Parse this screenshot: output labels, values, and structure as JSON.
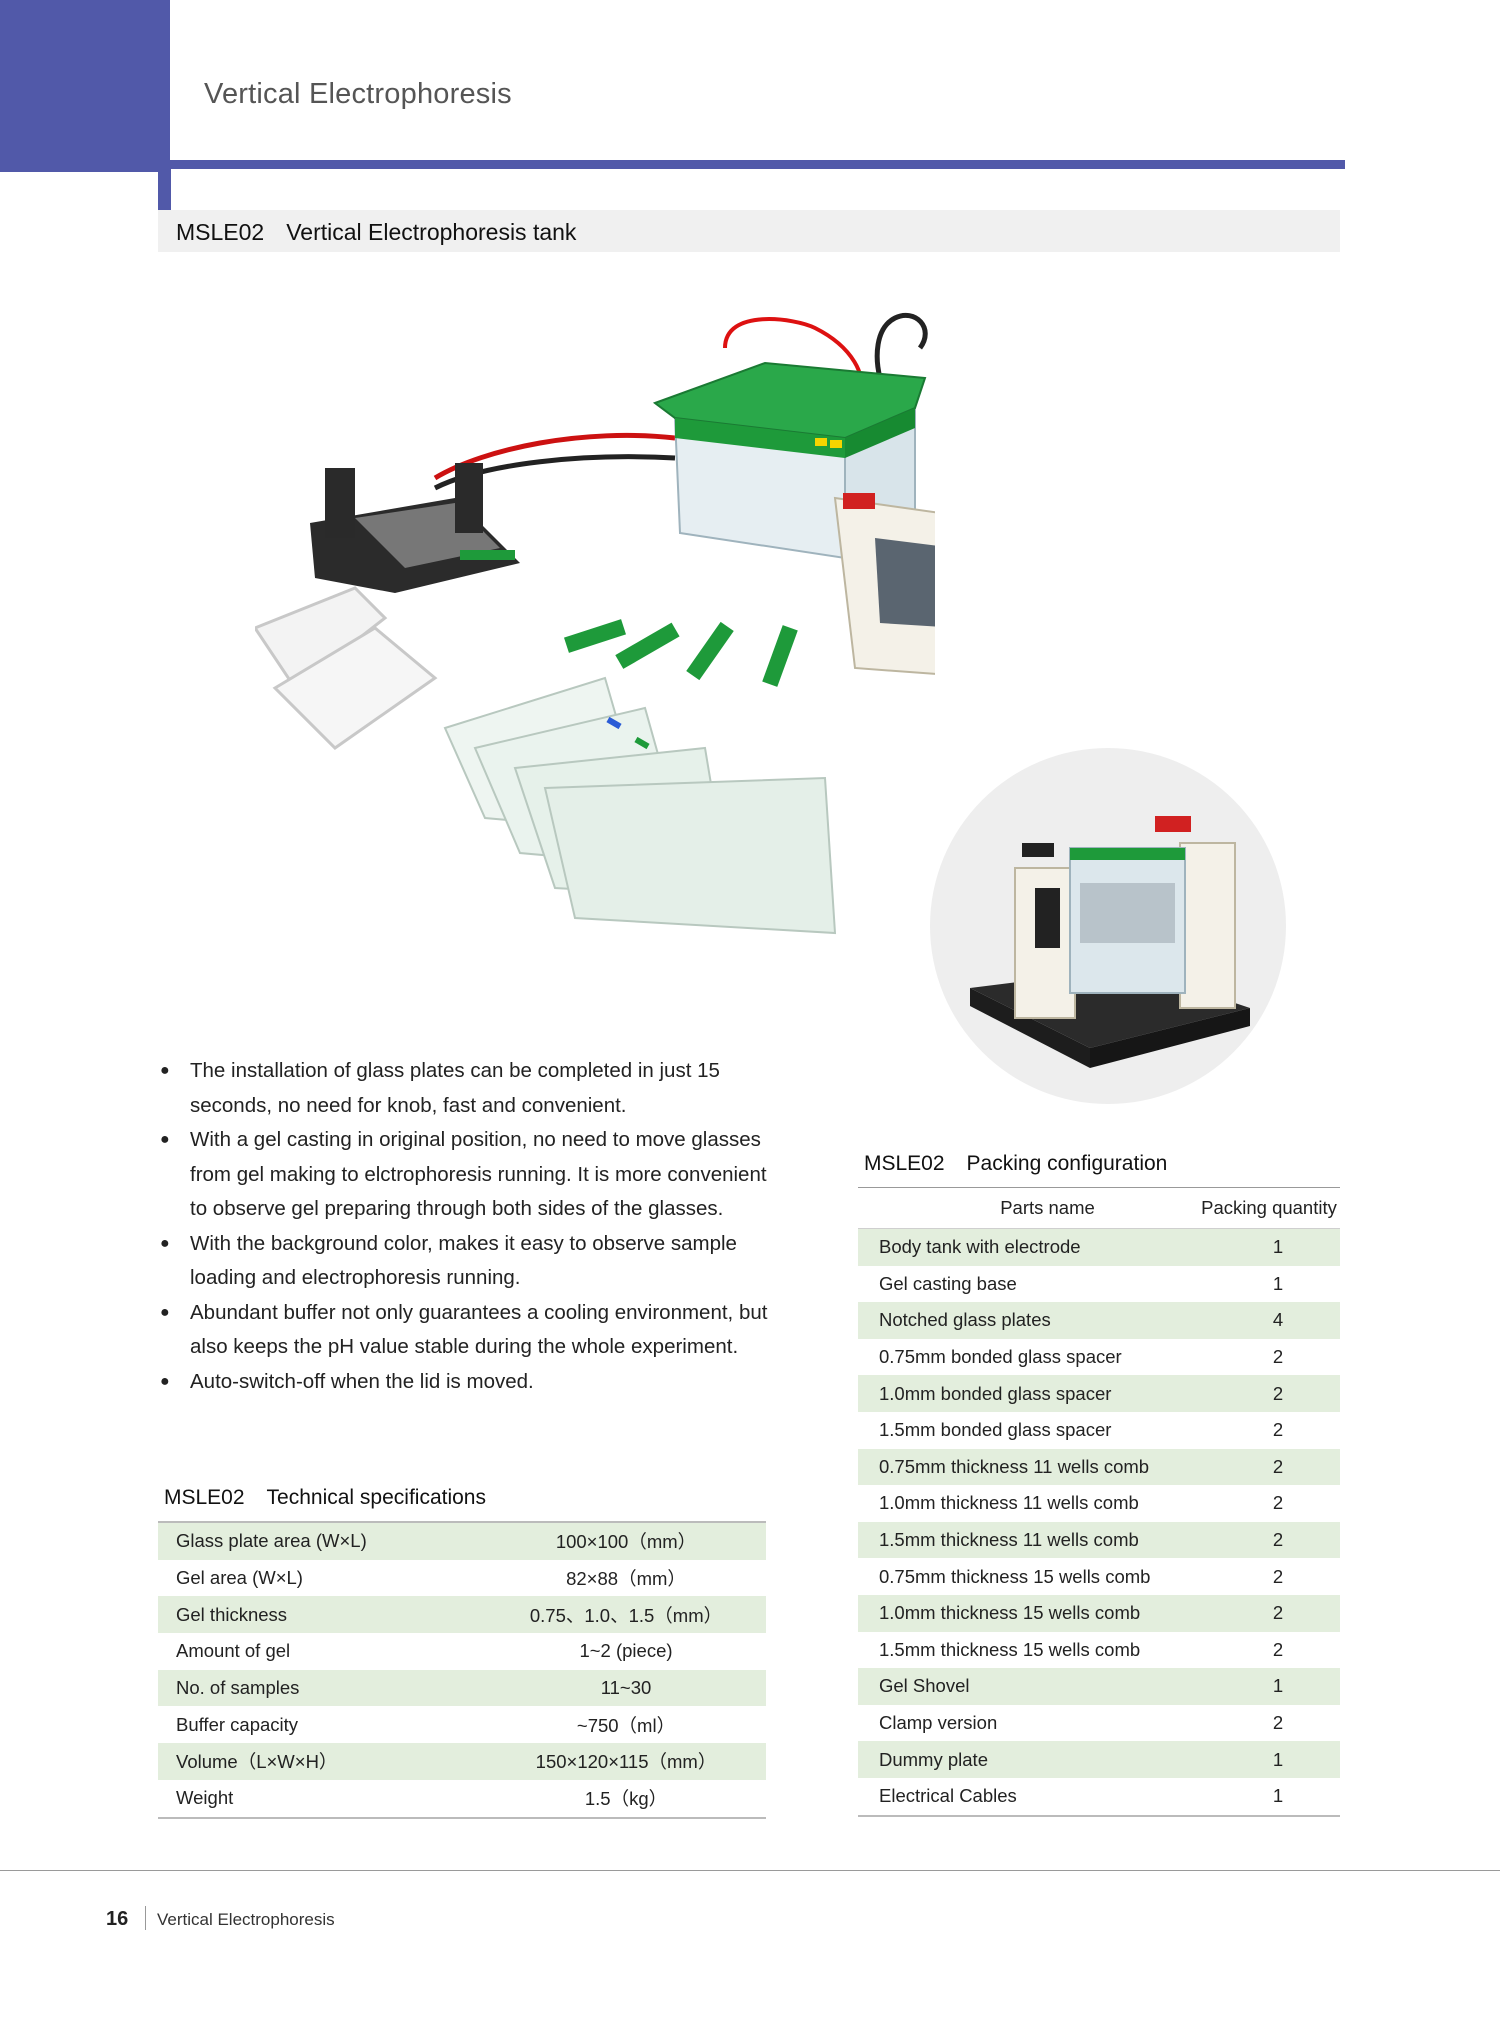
{
  "header": {
    "title": "Vertical Electrophoresis"
  },
  "product": {
    "code": "MSLE02",
    "name": "Vertical Electrophoresis tank"
  },
  "features": [
    {
      "line1": "The installation of glass plates can be completed in just 15",
      "line2": "seconds, no need for knob, fast and convenient.",
      "line3": ""
    },
    {
      "line1": "With a gel casting in original position, no need to move glasses",
      "line2": "from gel making to elctrophoresis running. It is more convenient",
      "line3": "to observe gel preparing through both sides of the glasses."
    },
    {
      "line1": "With the background color, makes it easy to observe sample",
      "line2": "loading and electrophoresis running.",
      "line3": ""
    },
    {
      "line1": "Abundant buffer not only guarantees a cooling environment, but",
      "line2": "also keeps the pH value stable during the whole experiment.",
      "line3": ""
    },
    {
      "line1": "Auto-switch-off when the lid is moved.",
      "line2": "",
      "line3": ""
    }
  ],
  "specs": {
    "code": "MSLE02",
    "title": "Technical specifications",
    "rows": [
      {
        "label": "Glass plate area (W×L)",
        "value": "100×100（mm）"
      },
      {
        "label": "Gel area (W×L)",
        "value": "82×88（mm）"
      },
      {
        "label": "Gel thickness",
        "value": "0.75、1.0、1.5（mm）"
      },
      {
        "label": "Amount of gel",
        "value": "1~2 (piece)"
      },
      {
        "label": "No. of samples",
        "value": "11~30"
      },
      {
        "label": "Buffer capacity",
        "value": "~750（ml）"
      },
      {
        "label": "Volume（L×W×H）",
        "value": "150×120×115（mm）"
      },
      {
        "label": "Weight",
        "value": "1.5（kg）"
      }
    ]
  },
  "packing": {
    "code": "MSLE02",
    "title": "Packing configuration",
    "col_name": "Parts name",
    "col_qty": "Packing quantity",
    "rows": [
      {
        "name": "Body tank with electrode",
        "qty": "1"
      },
      {
        "name": "Gel casting base",
        "qty": "1"
      },
      {
        "name": "Notched glass plates",
        "qty": "4"
      },
      {
        "name": "0.75mm bonded glass spacer",
        "qty": "2"
      },
      {
        "name": "1.0mm bonded glass spacer",
        "qty": "2"
      },
      {
        "name": "1.5mm bonded glass spacer",
        "qty": "2"
      },
      {
        "name": "0.75mm thickness 11 wells comb",
        "qty": "2"
      },
      {
        "name": "1.0mm thickness 11 wells comb",
        "qty": "2"
      },
      {
        "name": "1.5mm thickness 11 wells comb",
        "qty": "2"
      },
      {
        "name": "0.75mm thickness 15 wells comb",
        "qty": "2"
      },
      {
        "name": "1.0mm thickness 15 wells comb",
        "qty": "2"
      },
      {
        "name": "1.5mm thickness 15 wells comb",
        "qty": "2"
      },
      {
        "name": "Gel Shovel",
        "qty": "1"
      },
      {
        "name": "Clamp version",
        "qty": "2"
      },
      {
        "name": "Dummy plate",
        "qty": "1"
      },
      {
        "name": "Electrical Cables",
        "qty": "1"
      }
    ]
  },
  "footer": {
    "page_number": "16",
    "section": "Vertical Electrophoresis"
  },
  "colors": {
    "accent": "#5159a9",
    "row_shade": "#e3eedd",
    "product_bar": "#f0f0f0",
    "device_green": "#1e9a3a"
  },
  "images": {
    "main": "electrophoresis-kit-photo",
    "inset": "assembled-tank-photo"
  }
}
